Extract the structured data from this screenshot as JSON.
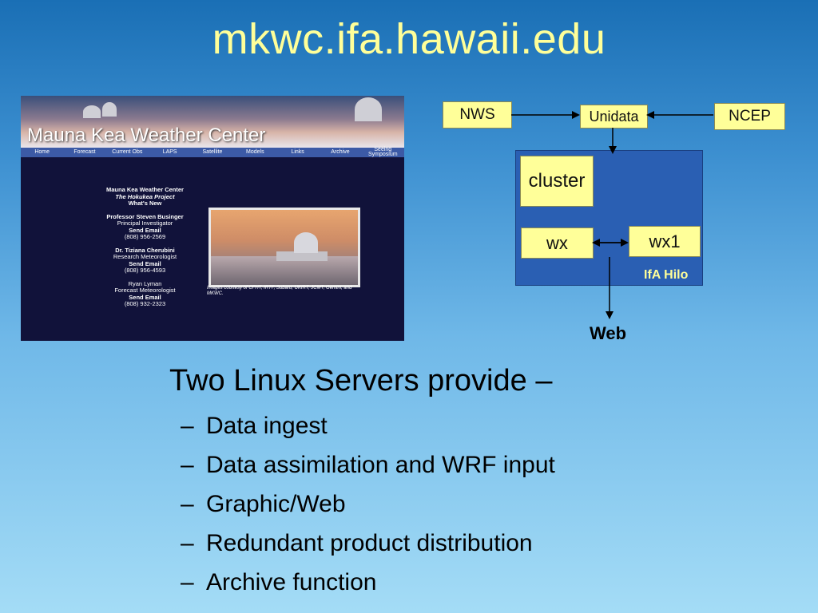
{
  "slide": {
    "title": "mkwc.ifa.hawaii.edu",
    "heading": "Two Linux Servers provide –",
    "bullets": [
      "Data ingest",
      "Data assimilation and WRF input",
      "Graphic/Web",
      "Redundant product distribution",
      "Archive function"
    ],
    "bullet_marker": "–"
  },
  "website": {
    "site_title": "Mauna Kea Weather Center",
    "nav": [
      "Home",
      "Forecast",
      "Current Obs",
      "LAPS",
      "Satellite",
      "Models",
      "Links",
      "Archive",
      "Seeing\nSymposium"
    ],
    "info": {
      "org": "Mauna Kea Weather Center",
      "project": "The Hokukea Project",
      "whats_new": "What's New",
      "people": [
        {
          "name": "Professor Steven Businger",
          "role": "Principal Investigator",
          "email": "Send Email",
          "phone": "(808) 956-2569"
        },
        {
          "name": "Dr. Tiziana Cherubini",
          "role": "Research Meteorologist",
          "email": "Send Email",
          "phone": "(808) 956-4593"
        },
        {
          "name": "Ryan Lyman",
          "role": "Forecast Meteorologist",
          "email": "Send Email",
          "phone": "(808) 932-2323"
        }
      ]
    },
    "credit": "Images courtesy of CFHT, IRTF, Subaru, UKIRT, JCMT, Gemini, and MKWC."
  },
  "diagram": {
    "nws": "NWS",
    "unidata": "Unidata",
    "ncep": "NCEP",
    "cluster": "cluster",
    "wx": "wx",
    "wx1": "wx1",
    "ifa_hilo": "IfA Hilo",
    "web": "Web",
    "colors": {
      "box": "#ffff99",
      "panel": "#2a5fb3",
      "title": "#ffff99"
    }
  }
}
